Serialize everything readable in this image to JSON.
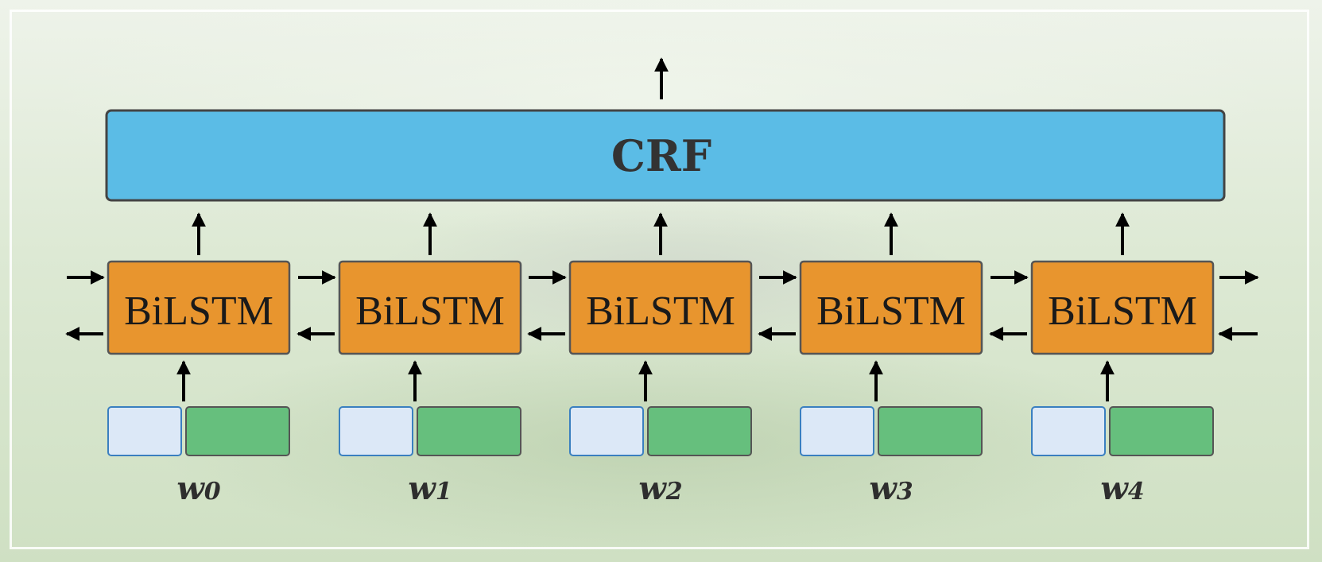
{
  "crf": {
    "label": "CRF",
    "fill": "#5bbce6"
  },
  "cells": [
    {
      "label": "BiLSTM"
    },
    {
      "label": "BiLSTM"
    },
    {
      "label": "BiLSTM"
    },
    {
      "label": "BiLSTM"
    },
    {
      "label": "BiLSTM"
    }
  ],
  "cell_fill": "#e8952e",
  "words": [
    {
      "base": "w",
      "sub": "0"
    },
    {
      "base": "w",
      "sub": "1"
    },
    {
      "base": "w",
      "sub": "2"
    },
    {
      "base": "w",
      "sub": "3"
    },
    {
      "base": "w",
      "sub": "4"
    }
  ],
  "embedding_colors": {
    "char": "#dce8f7",
    "word": "#66bf7d"
  }
}
